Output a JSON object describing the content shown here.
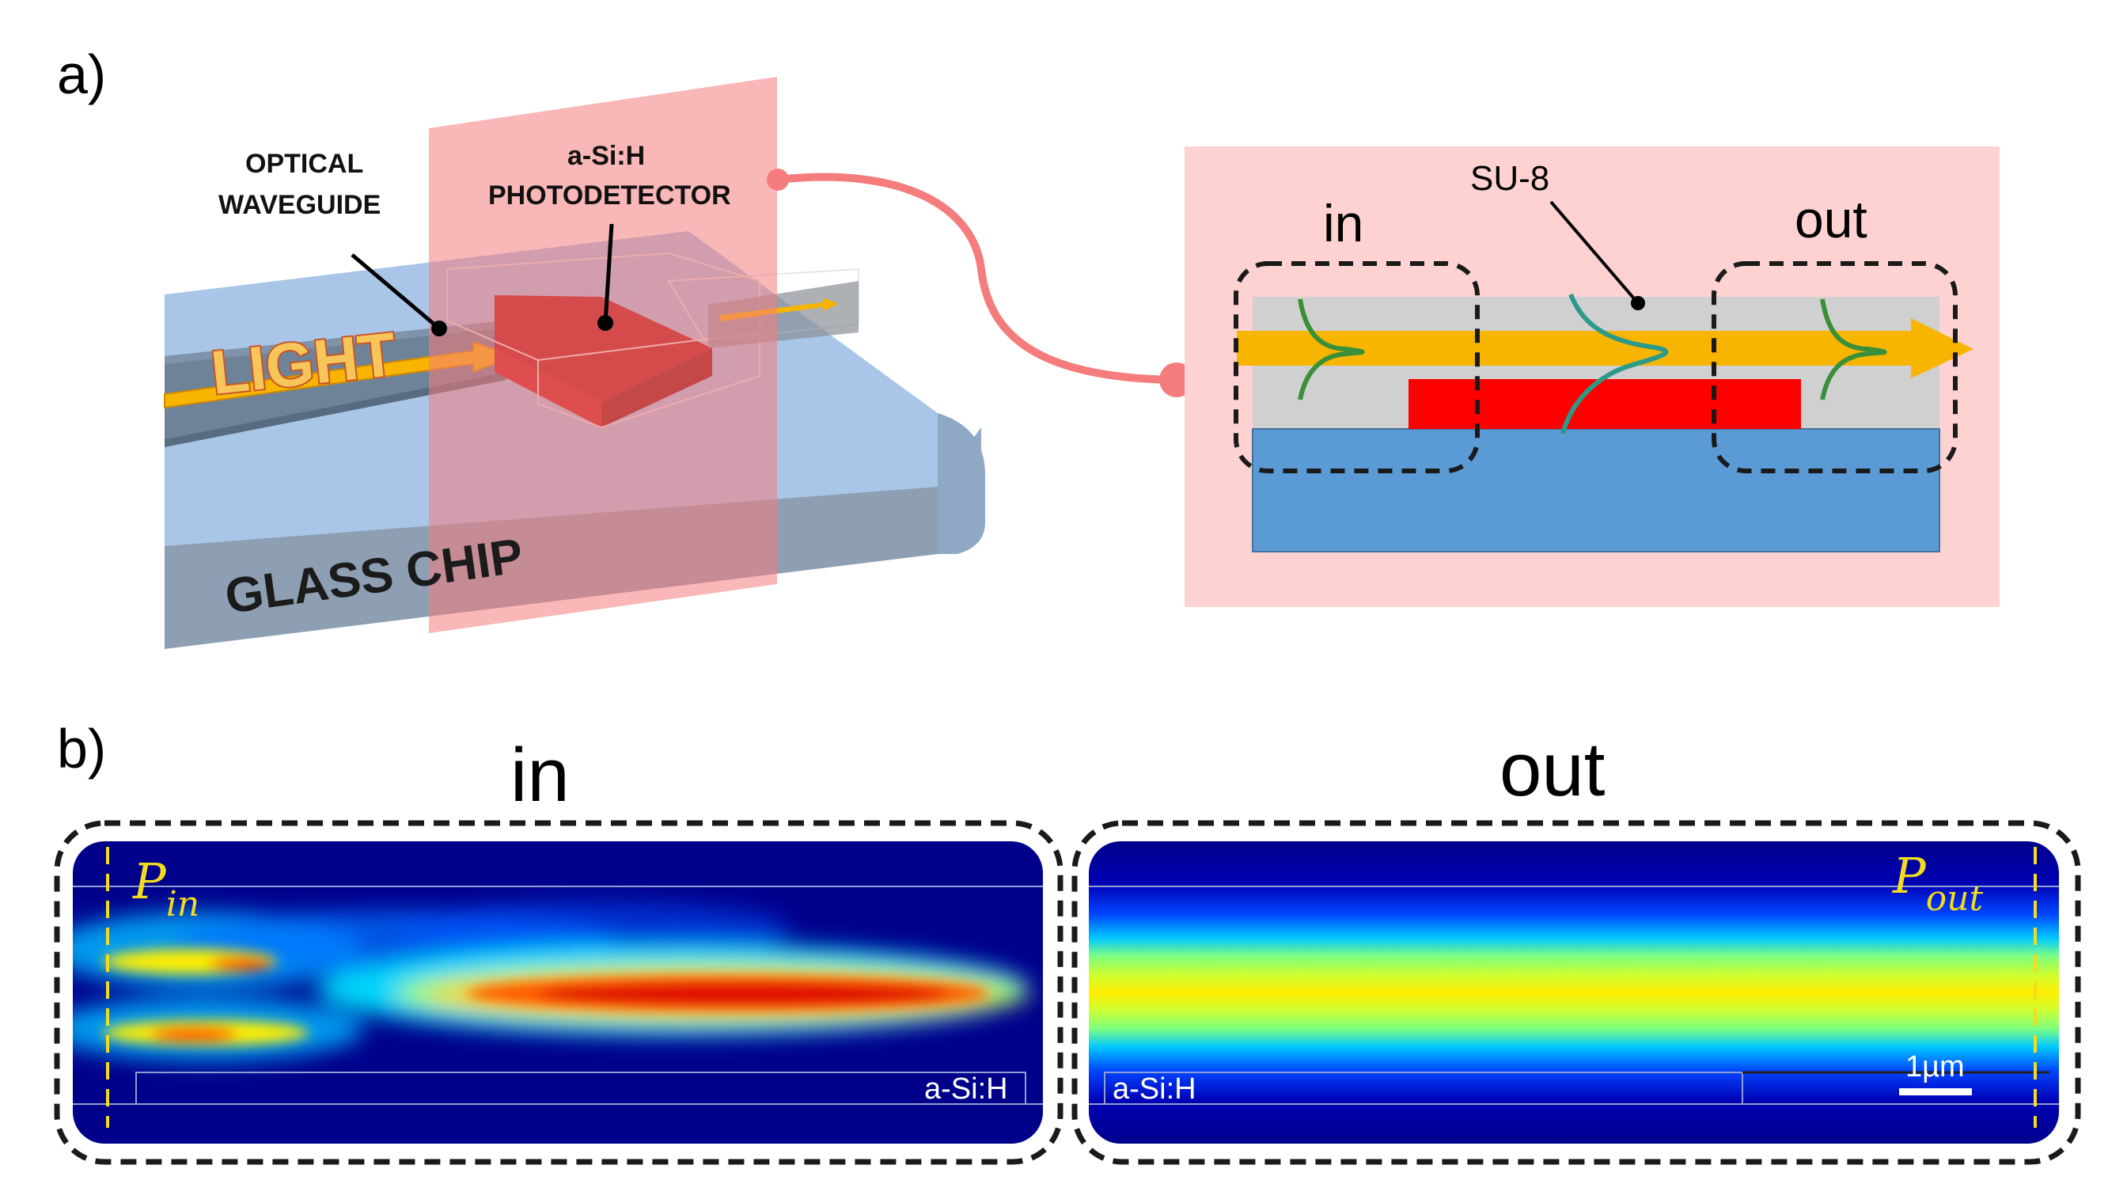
{
  "panel_a": {
    "label": "a)",
    "waveguide_label_line1": "OPTICAL",
    "waveguide_label_line2": "WAVEGUIDE",
    "detector_label_line1": "a-Si:H",
    "detector_label_line2": "PHOTODETECTOR",
    "light_label": "LIGHT",
    "chip_label": "GLASS CHIP",
    "cross_section": {
      "in_label": "in",
      "out_label": "out",
      "su8_label": "SU-8"
    }
  },
  "panel_b": {
    "label": "b)",
    "in_title": "in",
    "out_title": "out",
    "p_in_main": "P",
    "p_in_sub": "in",
    "p_out_main": "P",
    "p_out_sub": "out",
    "asih_left": "a-Si:H",
    "asih_right": "a-Si:H",
    "scale_bar_label": "1µm"
  },
  "colors": {
    "glass": "#a9c6e8",
    "plane": "#f47c7c",
    "detector": "#b01010",
    "light_arrow": "#f7b500",
    "substrate": "#5b9bd5",
    "su8": "#d0d0d0",
    "absorber": "#ff0000",
    "mode_profile": "#3a8f3a",
    "field_background": "#00008b"
  }
}
